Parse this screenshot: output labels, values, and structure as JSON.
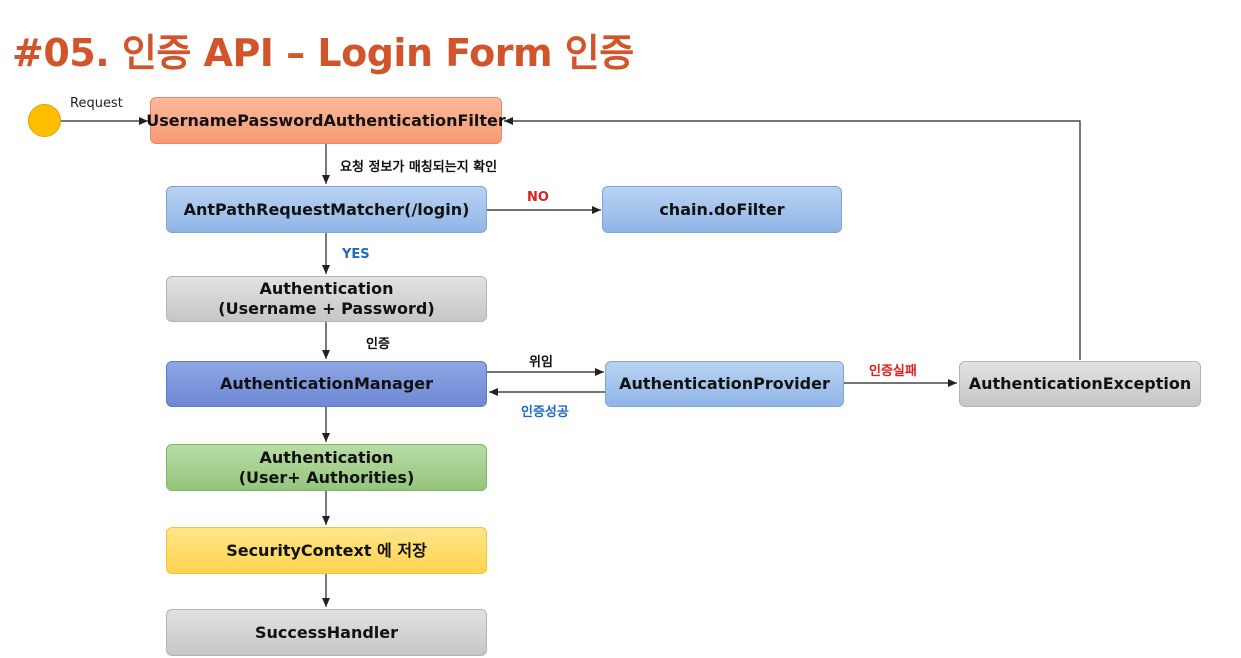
{
  "title": "#05. 인증 API – Login Form 인증",
  "start": {
    "label": "Request"
  },
  "boxes": {
    "filter": "UsernamePasswordAuthenticationFilter",
    "matcher": "AntPathRequestMatcher(/login)",
    "do_filter": "chain.doFilter",
    "auth_token": "Authentication\n(Username + Password)",
    "manager": "AuthenticationManager",
    "provider": "AuthenticationProvider",
    "exception": "AuthenticationException",
    "auth_result": "Authentication\n(User+ Authorities)",
    "context": "SecurityContext 에 저장",
    "success": "SuccessHandler"
  },
  "edge_labels": {
    "check": "요청 정보가 매칭되는지 확인",
    "no": "NO",
    "yes": "YES",
    "auth": "인증",
    "delegate": "위임",
    "auth_success": "인증성공",
    "auth_fail": "인증실패"
  },
  "colors": {
    "title": "#d2542a",
    "no": "#e02020",
    "yes": "#1c6bbf",
    "fail": "#e02020",
    "success": "#1c6bbf"
  }
}
